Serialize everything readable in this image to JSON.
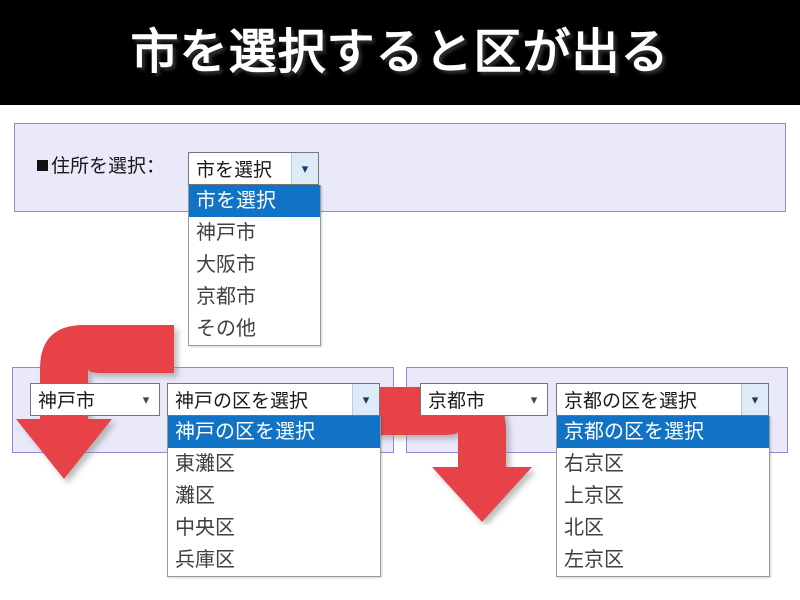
{
  "header": {
    "title": "市を選択すると区が出る"
  },
  "top_form": {
    "label": "住所を選択：",
    "city_select": {
      "value": "市を選択",
      "arrow": "chevron-down-icon",
      "options": [
        "市を選択",
        "神戸市",
        "大阪市",
        "京都市",
        "その他"
      ],
      "selected_index": 0
    }
  },
  "kobe_form": {
    "city_select": {
      "value": "神戸市",
      "arrow": "chevron-down-icon"
    },
    "ward_select": {
      "value": "神戸の区を選択",
      "arrow": "chevron-down-icon",
      "options": [
        "神戸の区を選択",
        "東灘区",
        "灘区",
        "中央区",
        "兵庫区"
      ],
      "selected_index": 0
    }
  },
  "kyoto_form": {
    "city_select": {
      "value": "京都市",
      "arrow": "chevron-down-icon"
    },
    "ward_select": {
      "value": "京都の区を選択",
      "arrow": "chevron-down-icon",
      "options": [
        "京都の区を選択",
        "右京区",
        "上京区",
        "北区",
        "左京区"
      ],
      "selected_index": 0
    }
  },
  "annotations": {
    "arrow_left": "curved-arrow-down-left",
    "arrow_right": "curved-arrow-down-right"
  },
  "colors": {
    "header_bg": "#000000",
    "header_text": "#ffffff",
    "panel_bg": "#e9e9fa",
    "panel_border": "#8c8cd8",
    "highlight": "#1073c6",
    "arrow_red": "#e8424a"
  }
}
